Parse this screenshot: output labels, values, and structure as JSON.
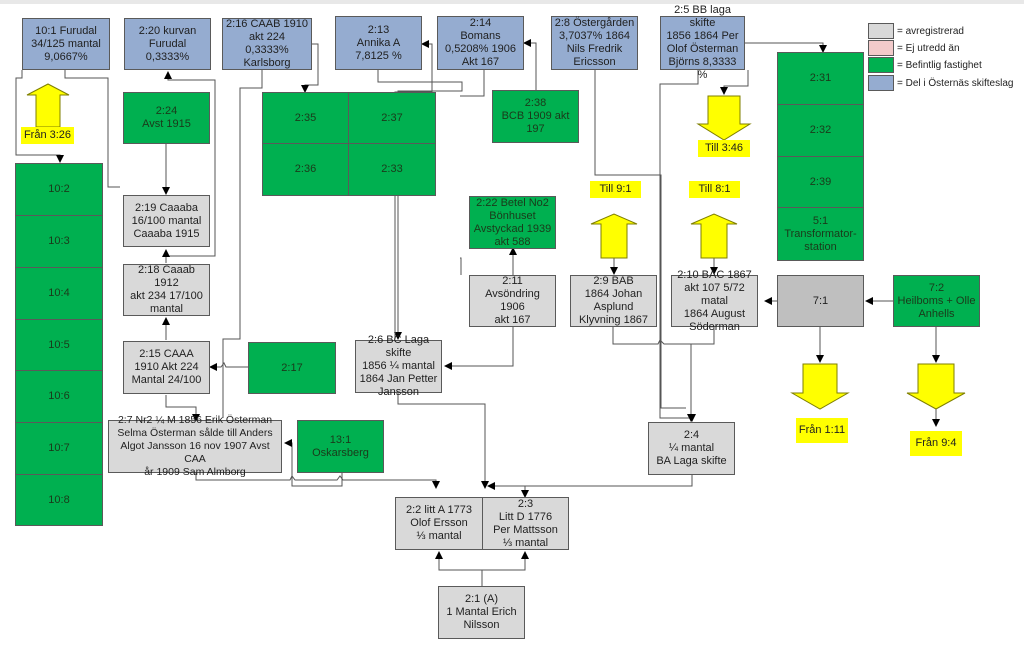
{
  "colors": {
    "avregistrerad": "#d9d9d9",
    "ej_utredd": "#f2caca",
    "befintlig": "#00b050",
    "del_i_osternas": "#95acd0",
    "arrow_yellow": "#ffff00",
    "grey_71": "#bfbfbf"
  },
  "legend": [
    {
      "label": "= avregistrerad",
      "color": "#d9d9d9"
    },
    {
      "label": "= Ej utredd än",
      "color": "#f2caca"
    },
    {
      "label": "= Befintlig fastighet",
      "color": "#00b050"
    },
    {
      "label": "= Del i Östernäs skifteslag",
      "color": "#95acd0"
    }
  ],
  "nodes": {
    "n10_1": "10:1 Furudal\n34/125 mantal\n9,0667%",
    "n2_20": "2:20 kurvan\nFurudal\n0,3333%",
    "n2_16": "2:16 CAAB 1910\nakt 224\n0,3333%\nKarlsborg",
    "n2_13": "2:13\nAnnika A\n7,8125 %",
    "n2_14": "2:14\nBomans\n0,5208% 1906\nAkt 167",
    "n2_8": "2:8 Östergården\n3,7037% 1864\nNils Fredrik\nEricsson",
    "n2_5": "2:5 BB laga skifte\n1856 1864 Per\nOlof Österman\nBjörns 8,3333 %",
    "n2_24": "2:24\nAvst 1915",
    "n2_35": "2:35",
    "n2_37": "2:37",
    "n2_36": "2:36",
    "n2_33": "2:33",
    "n2_38": "2:38\nBCB 1909 akt 197",
    "n2_31": "2:31",
    "n2_32": "2:32",
    "n2_39": "2:39",
    "n5_1": "5:1\nTransformator-\nstation",
    "n10_2": "10:2",
    "n10_3": "10:3",
    "n10_4": "10:4",
    "n10_5": "10:5",
    "n10_6": "10:6",
    "n10_7": "10:7",
    "n10_8": "10:8",
    "n2_19": "2:19 Caaaba\n16/100 mantal\nCaaaba 1915",
    "n2_18": "2:18 Caaab 1912\nakt 234 17/100\nmantal",
    "n2_15": "2:15 CAAA\n1910 Akt 224\nMantal 24/100",
    "n2_17": "2:17",
    "n2_22": "2:22 Betel No2\nBönhuset\nAvstyckad 1939\nakt 588",
    "n2_11": "2:11\nAvsöndring 1906\nakt 167",
    "n2_9": "2:9 BAB\n1864 Johan\nAsplund\nKlyvning 1867",
    "n2_10": "2:10 BAC 1867\nakt 107 5/72 matal\n1864 August\nSöderman",
    "n7_1": "7:1",
    "n7_2": "7:2\nHeilboms + Olle\nAnhells",
    "n2_6": "2:6 BC Laga skifte\n1856 ¼ mantal\n1864 Jan Petter\nJansson",
    "n2_7": "2:7 Nr2  ¼ M 1856 Erik Österman\nSelma Österman sålde till Anders\nAlgot Jansson 16 nov 1907  Avst CAA\når 1909 Sam Almborg",
    "n13_1": "13:1\nOskarsberg",
    "n2_4": "2:4\n¼ mantal\nBA Laga skifte",
    "n2_2": "2:2 litt A 1773\nOlof Ersson\n⅓ mantal",
    "n2_3": "2:3\nLitt D 1776\nPer Mattsson\n⅓ mantal",
    "n2_1": "2:1 (A)\n1 Mantal Erich\nNilsson"
  },
  "arrow_labels": {
    "fran_3_26": "Från 3:26",
    "till_3_46": "Till 3:46",
    "till_9_1": "Till 9:1",
    "till_8_1": "Till 8:1",
    "fran_1_11": "Från 1:11",
    "fran_9_4": "Från 9:4"
  }
}
